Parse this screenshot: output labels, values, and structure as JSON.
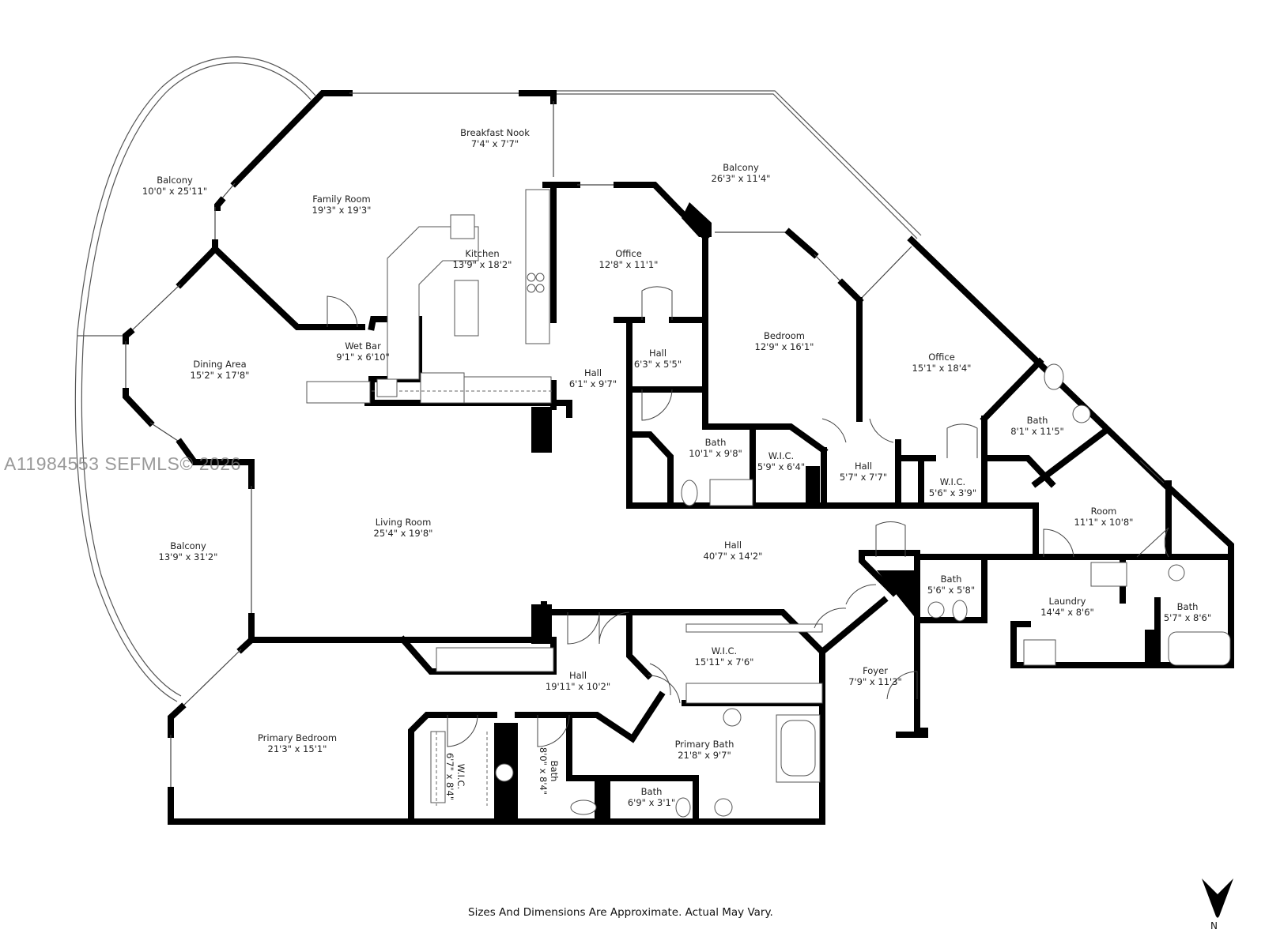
{
  "floor_plan": {
    "rooms": [
      {
        "id": "balcony-northwest",
        "name": "Balcony",
        "dims": "10'0\" x 25'11\""
      },
      {
        "id": "family-room",
        "name": "Family Room",
        "dims": "19'3\" x 19'3\""
      },
      {
        "id": "breakfast-nook",
        "name": "Breakfast Nook",
        "dims": "7'4\" x 7'7\""
      },
      {
        "id": "kitchen",
        "name": "Kitchen",
        "dims": "13'9\" x 18'2\""
      },
      {
        "id": "balcony-north",
        "name": "Balcony",
        "dims": "26'3\" x 11'4\""
      },
      {
        "id": "office-1",
        "name": "Office",
        "dims": "12'8\" x 11'1\""
      },
      {
        "id": "hall-small",
        "name": "Hall",
        "dims": "6'3\" x 5'5\""
      },
      {
        "id": "bedroom",
        "name": "Bedroom",
        "dims": "12'9\" x 16'1\""
      },
      {
        "id": "office-2",
        "name": "Office",
        "dims": "15'1\" x 18'4\""
      },
      {
        "id": "dining-area",
        "name": "Dining Area",
        "dims": "15'2\" x 17'8\""
      },
      {
        "id": "wet-bar",
        "name": "Wet Bar",
        "dims": "9'1\" x 6'10\""
      },
      {
        "id": "hall-kitchen",
        "name": "Hall",
        "dims": "6'1\" x 9'7\""
      },
      {
        "id": "bath-1",
        "name": "Bath",
        "dims": "10'1\" x 9'8\""
      },
      {
        "id": "wic-1",
        "name": "W.I.C.",
        "dims": "5'9\" x 6'4\""
      },
      {
        "id": "hall-bedroom",
        "name": "Hall",
        "dims": "5'7\" x 7'7\""
      },
      {
        "id": "wic-2",
        "name": "W.I.C.",
        "dims": "5'6\" x 3'9\""
      },
      {
        "id": "bath-2",
        "name": "Bath",
        "dims": "8'1\" x 11'5\""
      },
      {
        "id": "room",
        "name": "Room",
        "dims": "11'1\" x 10'8\""
      },
      {
        "id": "living-room",
        "name": "Living Room",
        "dims": "25'4\" x 19'8\""
      },
      {
        "id": "balcony-west",
        "name": "Balcony",
        "dims": "13'9\" x 31'2\""
      },
      {
        "id": "hall-main",
        "name": "Hall",
        "dims": "40'7\" x 14'2\""
      },
      {
        "id": "bath-3",
        "name": "Bath",
        "dims": "5'6\" x 5'8\""
      },
      {
        "id": "laundry",
        "name": "Laundry",
        "dims": "14'4\" x 8'6\""
      },
      {
        "id": "bath-4",
        "name": "Bath",
        "dims": "5'7\" x 8'6\""
      },
      {
        "id": "wic-primary",
        "name": "W.I.C.",
        "dims": "15'11\" x 7'6\""
      },
      {
        "id": "hall-primary",
        "name": "Hall",
        "dims": "19'11\" x 10'2\""
      },
      {
        "id": "foyer",
        "name": "Foyer",
        "dims": "7'9\" x 11'3\""
      },
      {
        "id": "primary-bedroom",
        "name": "Primary Bedroom",
        "dims": "21'3\" x 15'1\""
      },
      {
        "id": "wic-3",
        "name": "W.I.C.",
        "dims": "6'7\" x 8'4\""
      },
      {
        "id": "bath-5",
        "name": "Bath",
        "dims": "8'0\" x 8'4\""
      },
      {
        "id": "primary-bath",
        "name": "Primary Bath",
        "dims": "21'8\" x 9'7\""
      },
      {
        "id": "bath-6",
        "name": "Bath",
        "dims": "6'9\" x 3'1\""
      }
    ]
  },
  "watermark": "A11984553  SEFMLS© 2026",
  "disclaimer": "Sizes And Dimensions Are Approximate. Actual May Vary.",
  "compass": {
    "icon": "north-arrow-icon",
    "label": "N"
  }
}
